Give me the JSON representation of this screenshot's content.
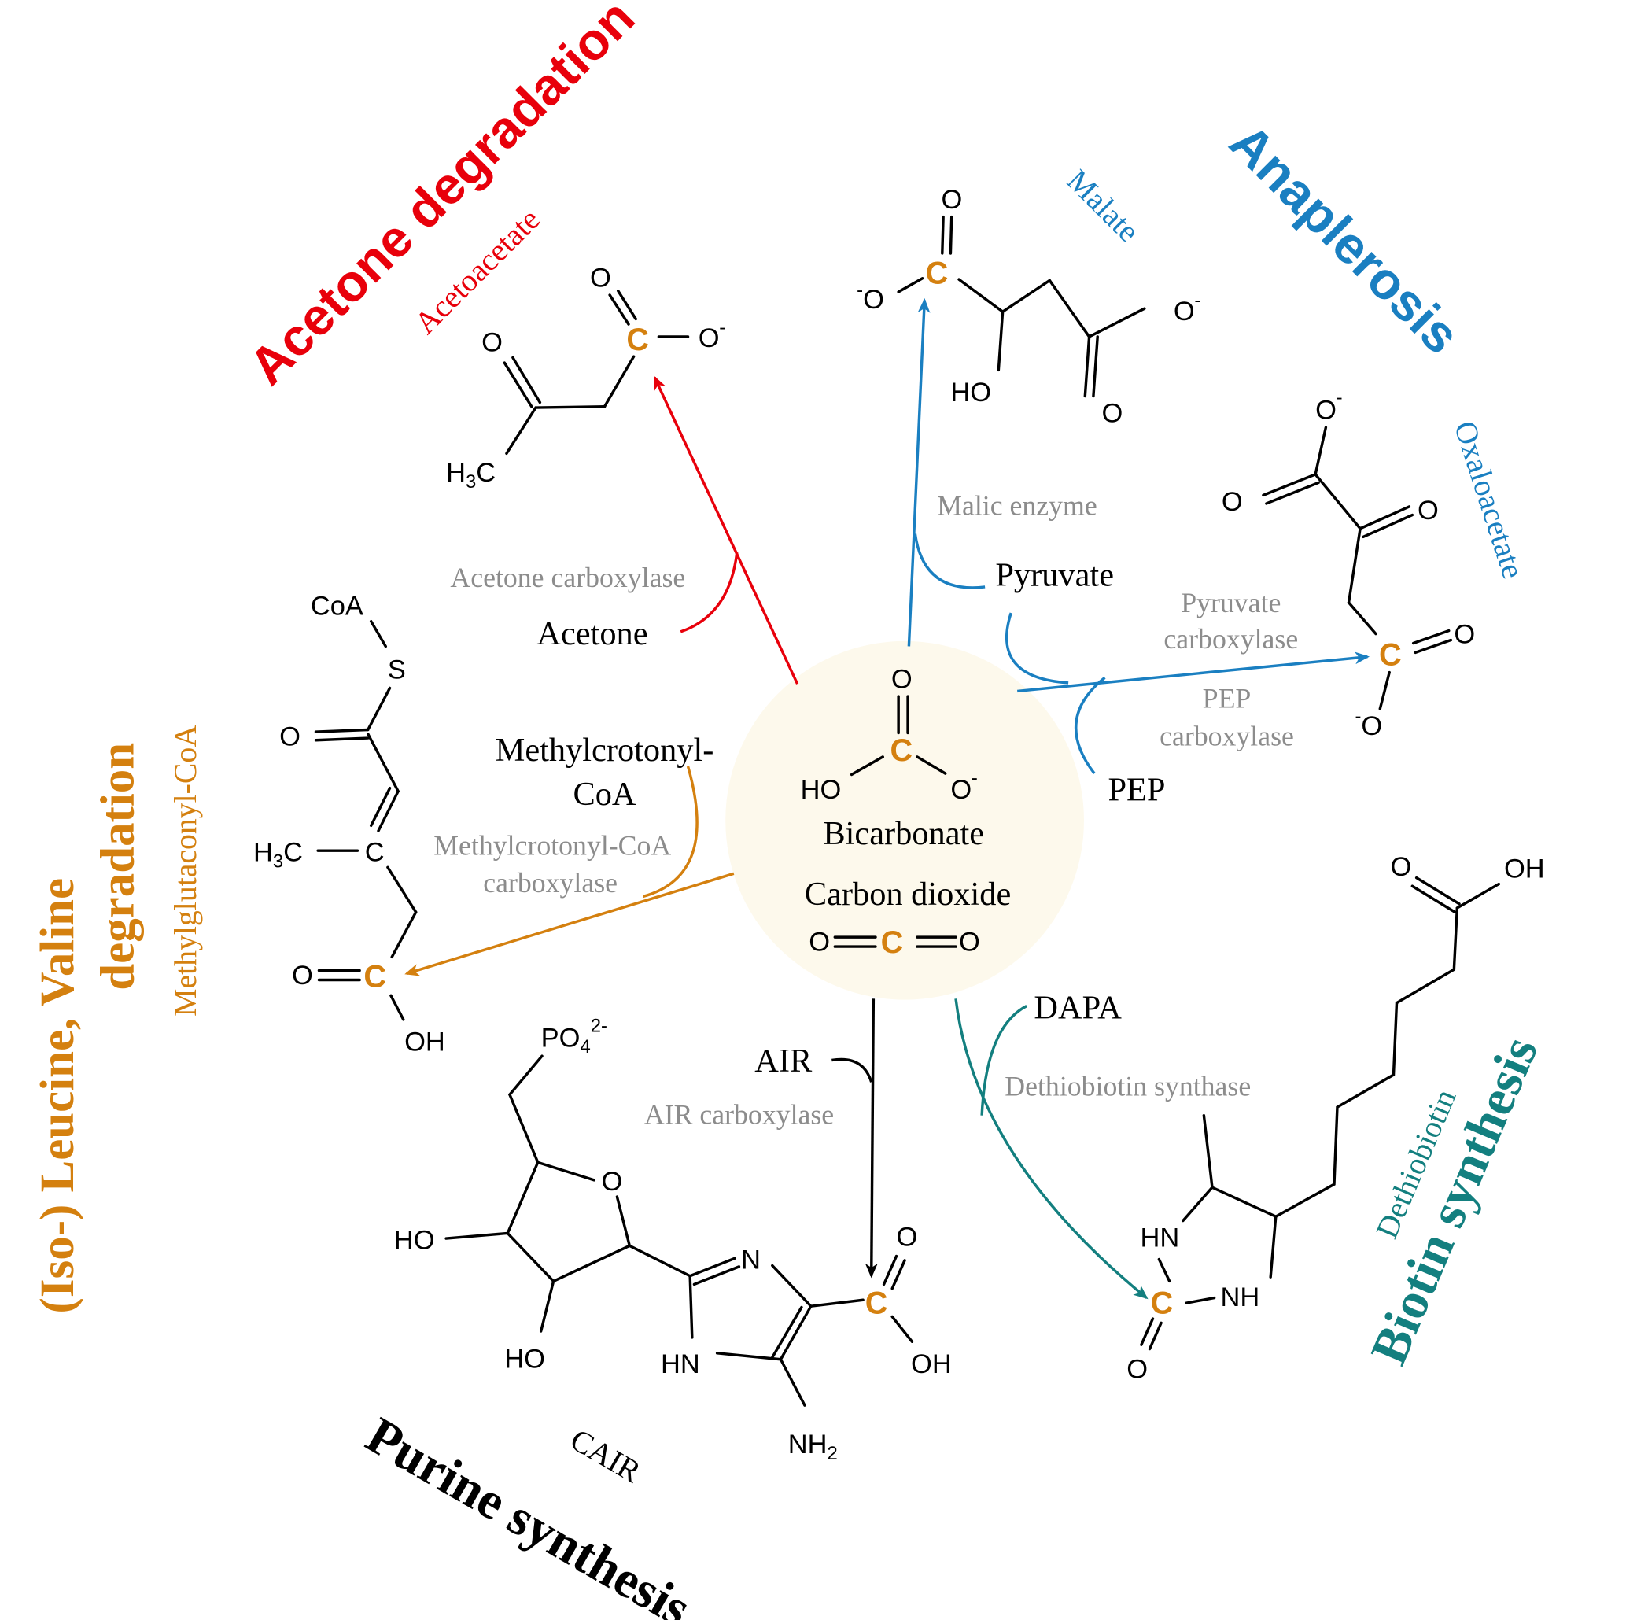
{
  "colors": {
    "acetone": "#e8000b",
    "anaplerosis": "#1a7fc1",
    "leucine": "#d4800f",
    "purine": "#000000",
    "biotin": "#137f7f",
    "enzyme_text": "#8c8c8c",
    "highlight_carbon": "#d4800f",
    "center_bg": "#fdf9ec"
  },
  "center": {
    "bicarbonate_label": "Bicarbonate",
    "co2_label": "Carbon dioxide",
    "bicarbonate_atoms": {
      "top_o": "O",
      "c": "C",
      "left": "HO",
      "right": "O",
      "charge": "-"
    },
    "co2_atoms": {
      "o1": "O",
      "c": "C",
      "o2": "O"
    }
  },
  "pathways": {
    "acetone": {
      "title": "Acetone degradation",
      "product": "Acetoacetate",
      "substrate": "Acetone",
      "enzyme": "Acetone carboxylase",
      "atoms": {
        "o1": "O",
        "o2": "O",
        "c": "C",
        "om": "O",
        "ch3": "H",
        "ch3_sub": "3",
        "ch3_c": "C"
      }
    },
    "anaplerosis": {
      "title": "Anaplerosis",
      "product_malate": "Malate",
      "product_oxaloacetate": "Oxaloacetate",
      "substrate_pyruvate": "Pyruvate",
      "substrate_pep": "PEP",
      "enzyme_malic": "Malic enzyme",
      "enzyme_pyruvate_line1": "Pyruvate",
      "enzyme_pyruvate_line2": "carboxylase",
      "enzyme_pep_line1": "PEP",
      "enzyme_pep_line2": "carboxylase",
      "malate_atoms": {
        "o_top": "O",
        "c": "C",
        "o_left": "O",
        "ho": "HO",
        "o_right": "O",
        "o_bottom": "O"
      },
      "oaa_atoms": {
        "o_top": "O",
        "o_left": "O",
        "o_keto": "O",
        "c": "C",
        "o_right": "O",
        "o_bottom": "O"
      }
    },
    "leucine": {
      "title_line1": "(Iso-) Leucine, Valine",
      "title_line2": "degradation",
      "product": "Methylglutaconyl-CoA",
      "substrate_line1": "Methylcrotonyl-",
      "substrate_line2": "CoA",
      "enzyme_line1": "Methylcrotonyl-CoA",
      "enzyme_line2": "carboxylase",
      "atoms": {
        "coa": "CoA",
        "s": "S",
        "o1": "O",
        "h3c": "H",
        "h3c_sub": "3",
        "h3c_c": "C",
        "c_mid": "C",
        "o2": "O",
        "c": "C",
        "oh": "OH"
      }
    },
    "purine": {
      "title": "Purine synthesis",
      "product": "CAIR",
      "substrate": "AIR",
      "enzyme": "AIR carboxylase",
      "atoms": {
        "po4": "PO",
        "po4_sub": "4",
        "po4_sup": "2-",
        "o_ring": "O",
        "ho1": "HO",
        "ho2": "HO",
        "n": "N",
        "hn": "HN",
        "nh2": "NH",
        "nh2_sub": "2",
        "c": "C",
        "o": "O",
        "oh": "OH"
      }
    },
    "biotin": {
      "title": "Biotin synthesis",
      "product": "Dethiobiotin",
      "substrate": "DAPA",
      "enzyme": "Dethiobiotin synthase",
      "atoms": {
        "o_acid": "O",
        "oh": "OH",
        "hn": "HN",
        "nh": "NH",
        "c": "C",
        "o": "O"
      }
    }
  }
}
